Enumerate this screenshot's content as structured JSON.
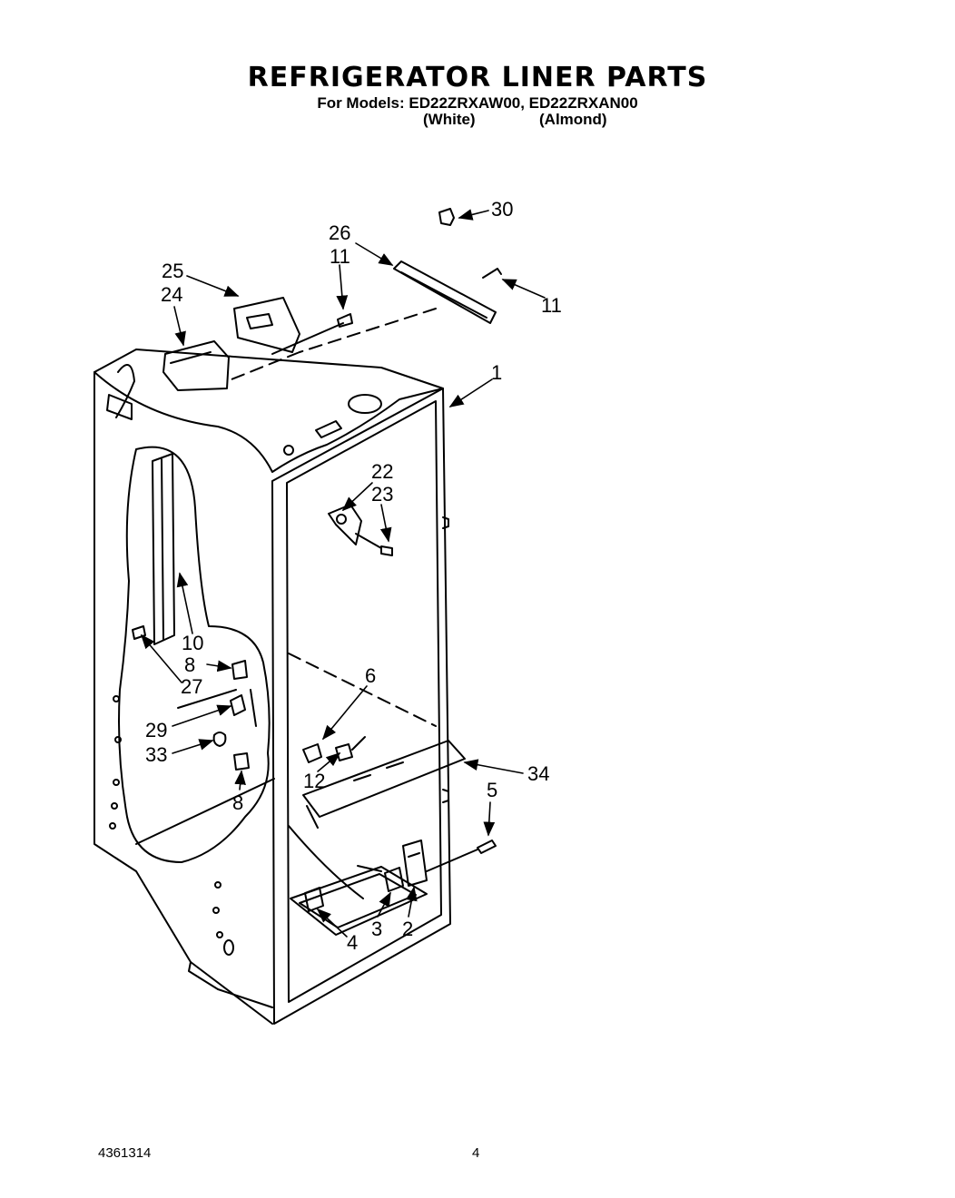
{
  "header": {
    "title": "REFRIGERATOR LINER PARTS",
    "models_prefix": "For Models:",
    "models": "ED22ZRXAW00, ED22ZRXAN00",
    "color_1": "(White)",
    "color_2": "(Almond)"
  },
  "callouts": {
    "c30": "30",
    "c26": "26",
    "c11a": "11",
    "c11b": "11",
    "c25": "25",
    "c24": "24",
    "c1": "1",
    "c22": "22",
    "c23": "23",
    "c10": "10",
    "c8a": "8",
    "c27": "27",
    "c6": "6",
    "c29": "29",
    "c33": "33",
    "c12": "12",
    "c34": "34",
    "c8b": "8",
    "c5": "5",
    "c4": "4",
    "c3": "3",
    "c2": "2"
  },
  "footer": {
    "doc_number": "4361314",
    "page_number": "4"
  }
}
